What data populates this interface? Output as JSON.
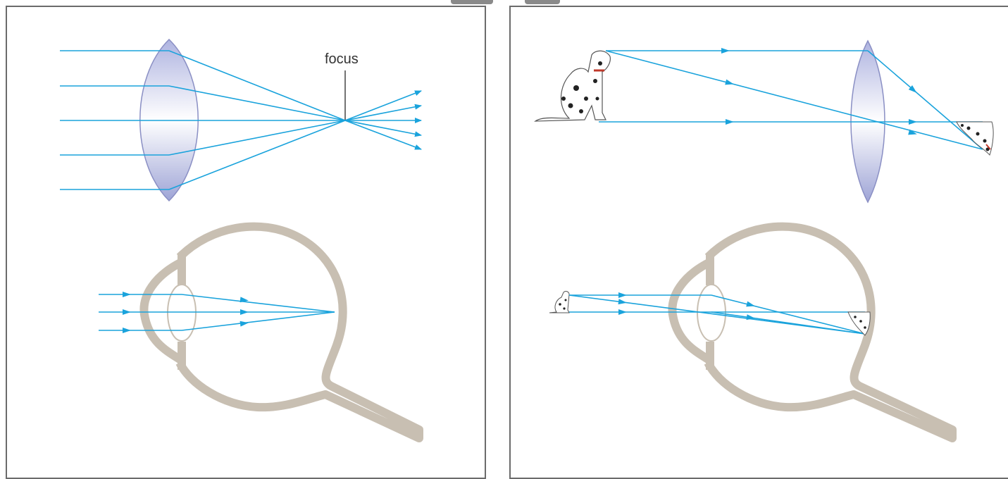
{
  "labels": {
    "focus": "focus"
  },
  "colors": {
    "ray": "#1aa3dc",
    "eye": "#c8bfb2",
    "lens_edge": "#8a8fc4",
    "lens_fill_light": "#ffffff",
    "lens_fill_dark": "#9ea4d6",
    "border": "#6b6b6b"
  },
  "icons": {
    "object": "dalmatian-dog-image",
    "image": "inverted-dalmatian-dog-image"
  }
}
